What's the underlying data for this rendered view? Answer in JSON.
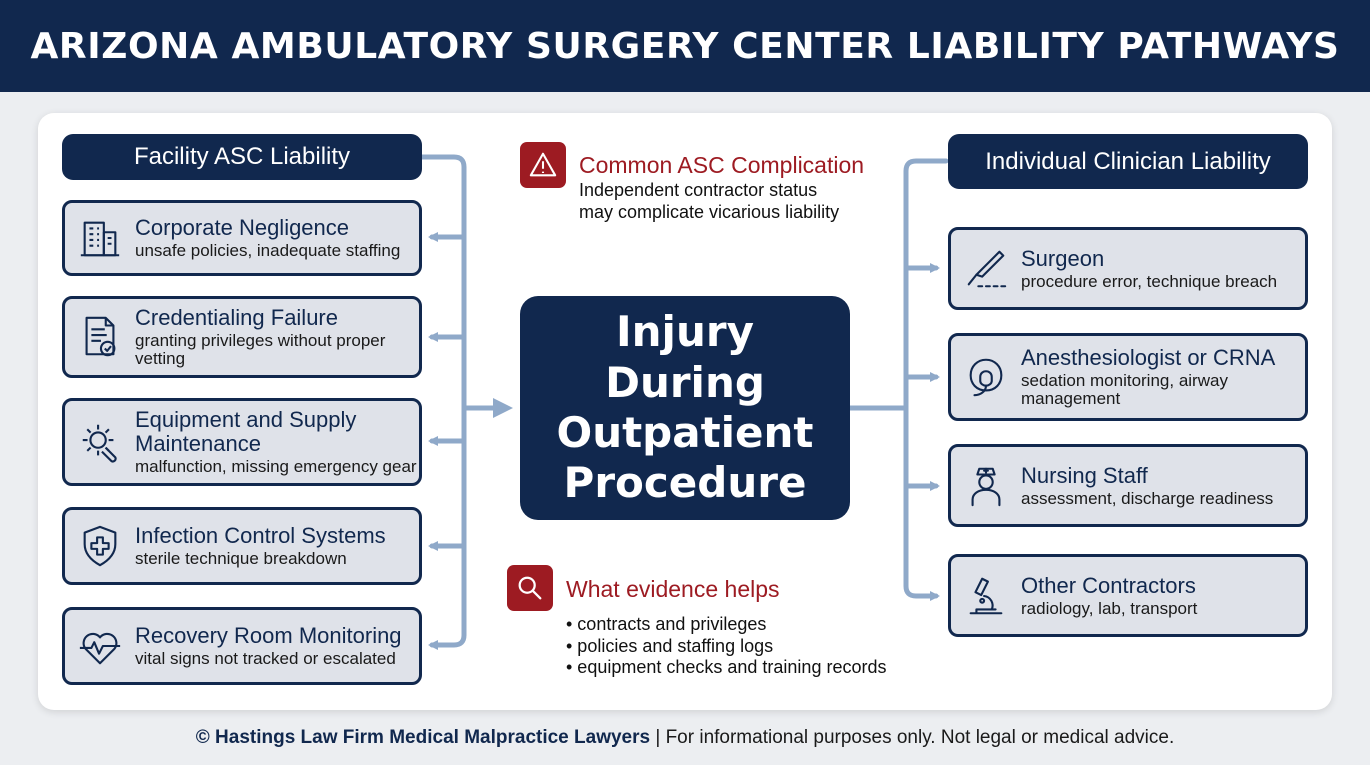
{
  "header": {
    "title": "ARIZONA AMBULATORY SURGERY CENTER LIABILITY PATHWAYS"
  },
  "center": {
    "label": "Injury During Outpatient Procedure"
  },
  "facility": {
    "heading": "Facility ASC Liability",
    "items": [
      {
        "title": "Corporate Negligence",
        "desc": "unsafe policies, inadequate staffing",
        "icon": "building-icon"
      },
      {
        "title": "Credentialing Failure",
        "desc": "granting privileges without proper vetting",
        "icon": "document-check-icon"
      },
      {
        "title": "Equipment and Supply Maintenance",
        "desc": "malfunction, missing emergency gear",
        "icon": "gear-wrench-icon"
      },
      {
        "title": "Infection Control Systems",
        "desc": "sterile technique breakdown",
        "icon": "shield-cross-icon"
      },
      {
        "title": "Recovery Room Monitoring",
        "desc": "vital signs not tracked or escalated",
        "icon": "heart-pulse-icon"
      }
    ]
  },
  "clinician": {
    "heading": "Individual Clinician Liability",
    "items": [
      {
        "title": "Surgeon",
        "desc": "procedure error, technique breach",
        "icon": "scalpel-icon"
      },
      {
        "title": "Anesthesiologist or CRNA",
        "desc": "sedation monitoring, airway management",
        "icon": "oxygen-mask-icon"
      },
      {
        "title": "Nursing Staff",
        "desc": "assessment, discharge readiness",
        "icon": "nurse-icon"
      },
      {
        "title": "Other Contractors",
        "desc": "radiology, lab, transport",
        "icon": "microscope-icon"
      }
    ]
  },
  "complication": {
    "title": "Common ASC Complication",
    "lines": [
      "Independent contractor status",
      "may complicate vicarious liability"
    ],
    "icon": "warning-icon"
  },
  "evidence": {
    "title": "What evidence helps",
    "bullets": [
      "• contracts and privileges",
      "• policies and staffing logs",
      "• equipment checks and training records"
    ],
    "icon": "magnifier-icon"
  },
  "footer": {
    "firm": "© Hastings Law Firm Medical Malpractice Lawyers",
    "disclaimer": " | For informational purposes only. Not legal or medical advice."
  },
  "colors": {
    "navy": "#11284e",
    "card_bg": "#dfe2e9",
    "accent_red": "#9d1b22",
    "connector": "#8fa9c9"
  }
}
